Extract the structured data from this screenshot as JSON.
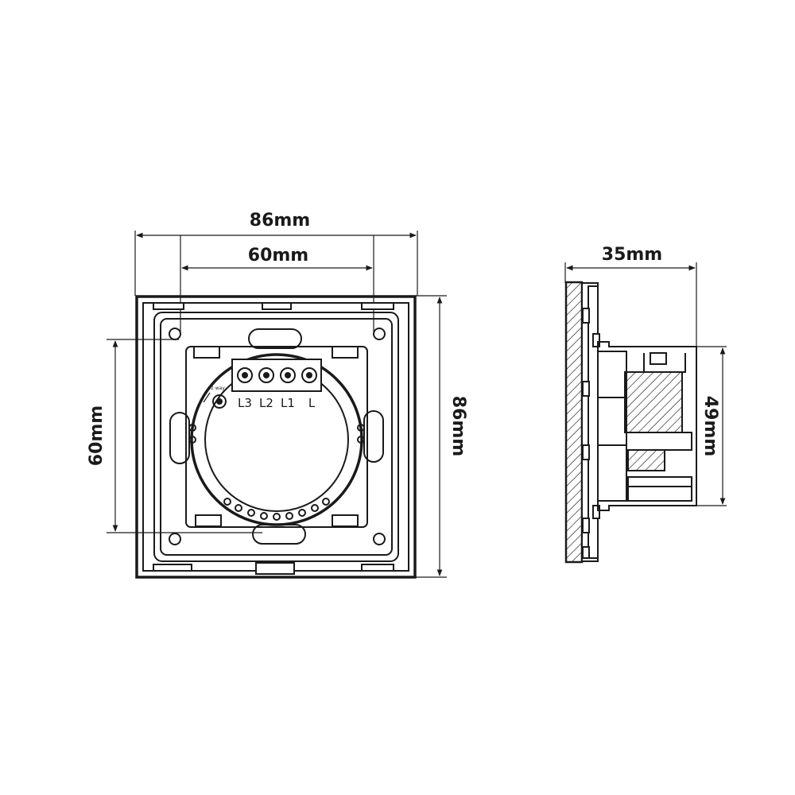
{
  "front_view": {
    "width_total": "86mm",
    "width_mounting": "60mm",
    "height_total": "86mm",
    "height_mounting": "60mm",
    "terminal_labels": [
      "L3",
      "L2",
      "L1",
      "L"
    ],
    "two_way_label": "2 way"
  },
  "side_view": {
    "depth_total": "35mm",
    "depth_body": "49mm"
  }
}
